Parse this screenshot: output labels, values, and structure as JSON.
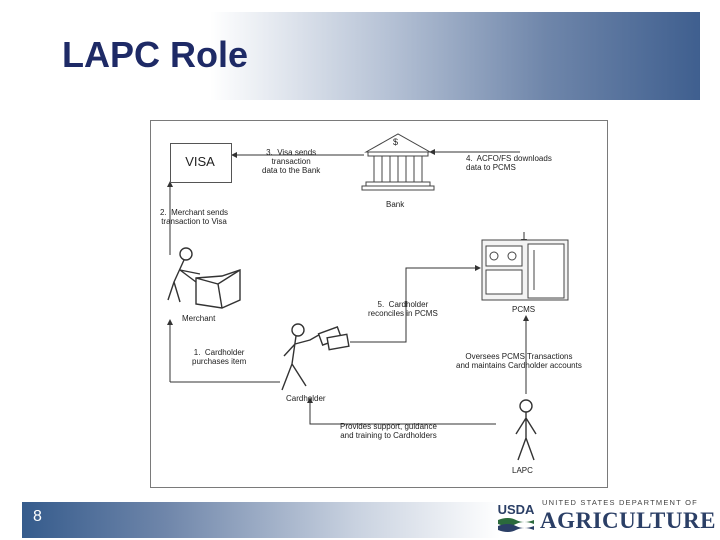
{
  "slide": {
    "title": "LAPC Role",
    "page_number": "8"
  },
  "diagram": {
    "visa_label": "VISA",
    "step3": "3.  Visa sends\ntransaction\ndata to the Bank",
    "bank_symbol": "$",
    "bank_label": "Bank",
    "step4": "4.  ACFO/FS downloads\ndata to PCMS",
    "step2": "2.  Merchant sends\ntransaction to Visa",
    "merchant_label": "Merchant",
    "step5": "5.  Cardholder\nreconciles in PCMS",
    "pcms_label": "PCMS",
    "step1": "1.  Cardholder\npurchases item",
    "cardholder_label": "Cardholder",
    "oversees": "Oversees PCMS Transactions\nand maintains Cardholder accounts",
    "provides": "Provides support, guidance\nand training to Cardholders",
    "lapc_label": "LAPC"
  },
  "footer": {
    "usda_abbrev": "USDA",
    "department": "UNITED STATES DEPARTMENT OF",
    "agriculture": "AGRICULTURE"
  }
}
